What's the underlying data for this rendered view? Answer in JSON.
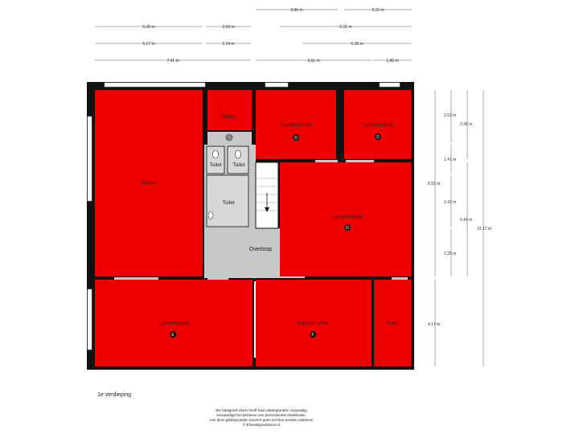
{
  "floor_label": "1e verdieping",
  "disclaimer": [
    "EN Vastgoed vision heeft haar plattegronden zorgvuldig",
    "vervaardigd ten behoeve van promotionele doeleinden.",
    "Aan deze plattegronden kunnen geen rechten worden ontleend.",
    "© ENvastgoedvision.nl"
  ],
  "top_dimensions": {
    "row1": [
      "3.86 m",
      "3.15 m"
    ],
    "row2": [
      "5.28 m",
      "2.03 m",
      "6.21 m"
    ],
    "row3": [
      "5.17 m",
      "2.14 m",
      "5.18 m"
    ],
    "row4": [
      "7.41 m",
      "3.51 m",
      "1.80 m"
    ]
  },
  "right_dimensions": {
    "col1": [
      "8.91 m",
      "4.17 m"
    ],
    "col2": [
      "2.52 m",
      "1.41 m",
      "2.42 m",
      "2.25 m"
    ],
    "col3": [
      "3.36 m",
      "5.44 m"
    ],
    "col4": [
      "13.17 m"
    ]
  },
  "rooms": {
    "zolder": "Zolder",
    "pantry": "Pantry",
    "toilet_1": "Toilet",
    "toilet_2": "Toilet",
    "toilet_3": "Toilet",
    "overloop": "Overloop",
    "slaapkamer_1": "Kamer/ruimte",
    "slaapkamer_2": "Kamer/ruimte",
    "slaapkamer_3": "Kamer/ruimte",
    "slaapkamer_4": "Kamer/ruimte",
    "slaapkamer_5": "Kamer/ruimte",
    "kast": "Kast"
  },
  "markers": {
    "m1": "D",
    "m2": "D",
    "m3": "D",
    "m4": "E",
    "m5": "F"
  },
  "colors": {
    "room_fill": "#ee0000",
    "wall": "#111111",
    "circulation": "#c8c8c8"
  }
}
